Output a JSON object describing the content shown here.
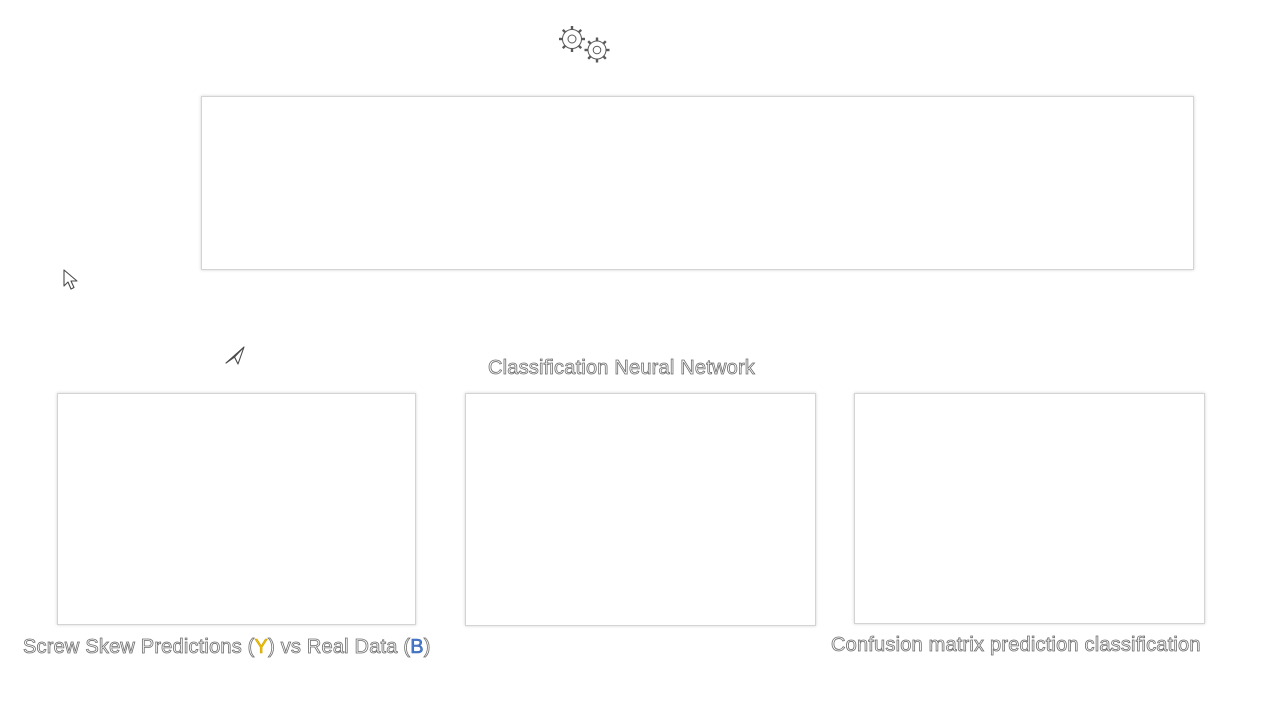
{
  "canvas": {
    "title": "Classification Neural Network",
    "left_caption": {
      "prefix": "Screw Skew Predictions (",
      "y_letter": "Y",
      "middle": ") vs Real Data (",
      "b_letter": "B",
      "suffix": ")"
    },
    "right_caption": "Confusion matrix prediction classification"
  },
  "icons": {
    "top": "gears-icon",
    "left": "cursor-pointer-icon",
    "lower": "send-arrow-icon"
  },
  "colors": {
    "background": "#ffffff",
    "panel_border": "#d4d4d4",
    "text_outline": "#6e6e6e",
    "highlight_yellow": "#f2c200",
    "highlight_blue": "#4a7ccf"
  }
}
